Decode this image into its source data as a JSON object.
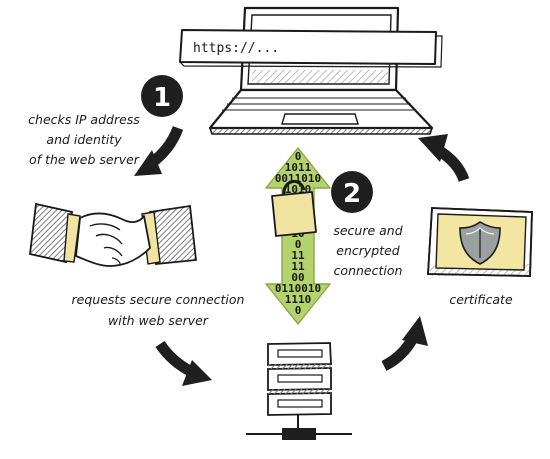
{
  "browser": {
    "url": "https://..."
  },
  "steps": {
    "step1": {
      "number": "1",
      "label_lines": [
        "checks IP address",
        "and identity",
        "of the web server"
      ]
    },
    "step2": {
      "number": "2",
      "label_lines": [
        "secure and",
        "encrypted",
        "connection"
      ]
    }
  },
  "handshake": {
    "label_lines": [
      "requests secure connection",
      "with web server"
    ]
  },
  "certificate": {
    "label": "certificate"
  },
  "binary_stream": [
    "0",
    "1011",
    "0011010",
    "1010",
    "1",
    "00",
    "11",
    "10",
    "0",
    "11",
    "11",
    "00",
    "0110010",
    "1110",
    "0"
  ],
  "colors": {
    "arrow_green": "#b5d36c",
    "certificate_fill": "#f3e6a2",
    "padlock_fill": "#f1e4a1",
    "shield_fill": "#9ba0a0",
    "hatch_gray": "#8a8a8a",
    "badge": "#1f1f1f"
  },
  "icons": [
    "laptop-icon",
    "handshake-icon",
    "server-icon",
    "certificate-icon",
    "padlock-icon",
    "shield-icon"
  ]
}
